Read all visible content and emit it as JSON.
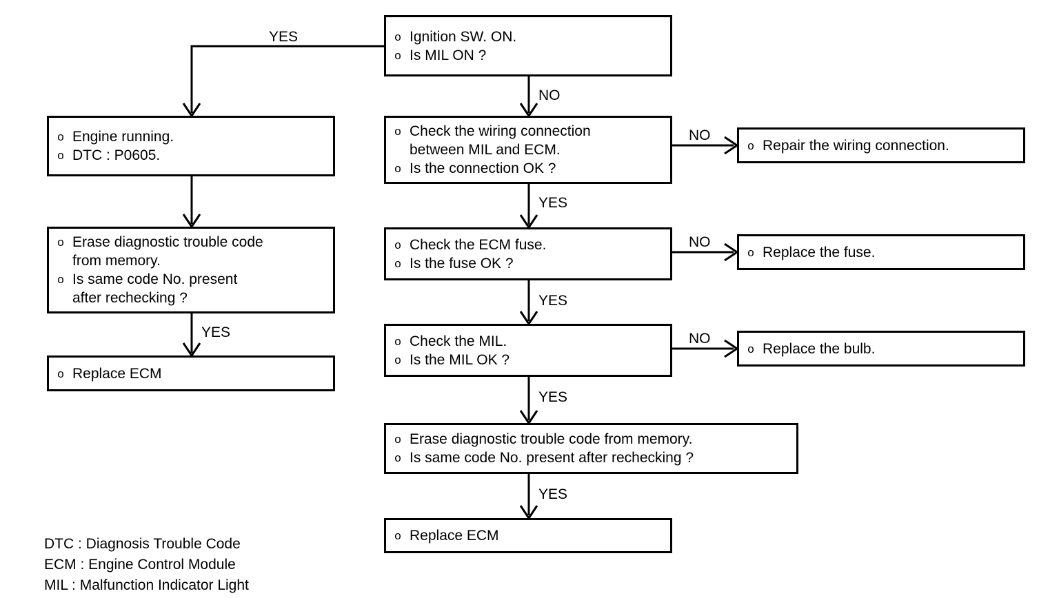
{
  "diagram": {
    "title": "MIL / DTC P0605 diagnostic flow chart",
    "bullet_glyph": "o",
    "ink_color": "#000000",
    "background_color": "#ffffff",
    "nodes": {
      "ignition": {
        "lines": [
          "Ignition SW. ON.",
          "Is MIL ON ?"
        ]
      },
      "engine_running": {
        "lines": [
          "Engine running.",
          "DTC : P0605."
        ]
      },
      "erase_left": {
        "lines": [
          "Erase diagnostic trouble code\nfrom memory.",
          "Is same code No. present\nafter rechecking ?"
        ]
      },
      "replace_ecm_left": {
        "lines": [
          "Replace ECM"
        ]
      },
      "check_wiring": {
        "lines": [
          "Check the wiring connection\nbetween MIL and ECM.",
          "Is the connection OK ?"
        ]
      },
      "repair_wiring": {
        "lines": [
          "Repair the wiring connection."
        ]
      },
      "check_fuse": {
        "lines": [
          "Check the ECM fuse.",
          "Is the fuse OK ?"
        ]
      },
      "replace_fuse": {
        "lines": [
          "Replace the fuse."
        ]
      },
      "check_mil": {
        "lines": [
          "Check the MIL.",
          "Is the MIL OK ?"
        ]
      },
      "replace_bulb": {
        "lines": [
          "Replace the bulb."
        ]
      },
      "erase_center": {
        "lines": [
          "Erase diagnostic trouble code from memory.",
          "Is same code No. present after rechecking ?"
        ]
      },
      "replace_ecm_center": {
        "lines": [
          "Replace ECM"
        ]
      }
    },
    "edge_labels": {
      "yes_top_left": "YES",
      "no_ignition": "NO",
      "no_wiring": "NO",
      "yes_wiring": "YES",
      "no_fuse": "NO",
      "yes_fuse": "YES",
      "no_mil": "NO",
      "yes_mil": "YES",
      "yes_erase_center": "YES",
      "yes_erase_left": "YES"
    },
    "legend": [
      "DTC : Diagnosis Trouble Code",
      "ECM : Engine Control Module",
      "MIL : Malfunction Indicator Light"
    ]
  }
}
